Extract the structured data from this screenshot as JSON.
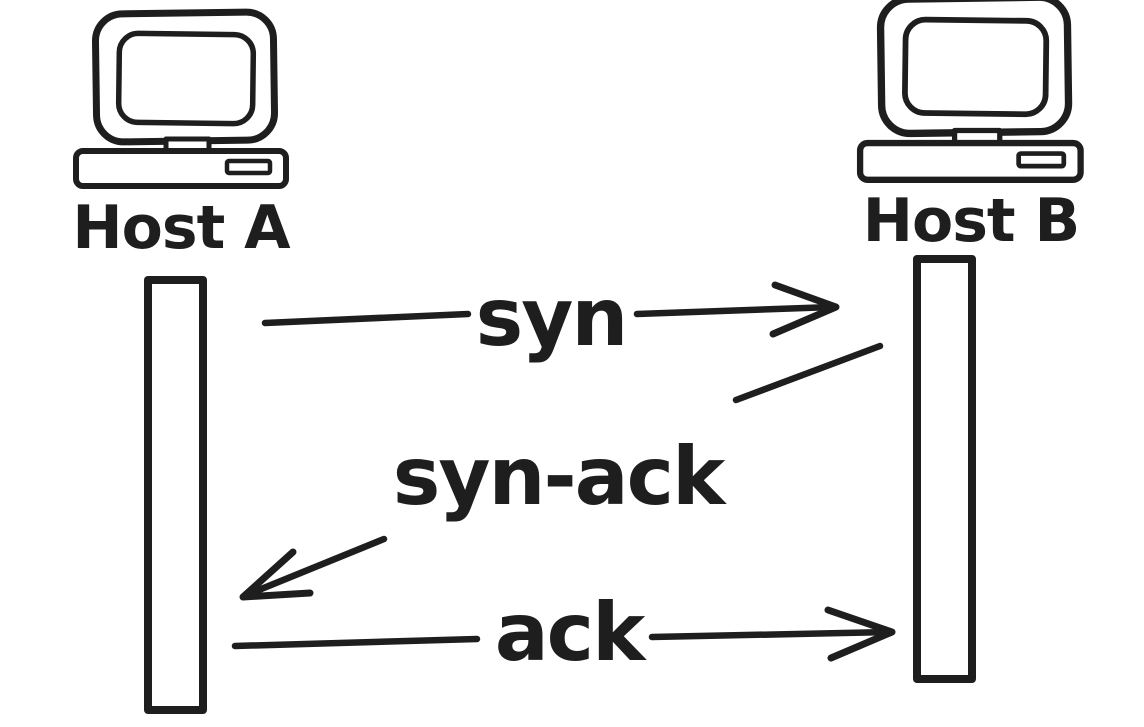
{
  "diagram": {
    "kind": "sequence-diagram",
    "style": "hand-drawn",
    "background_color": "#ffffff",
    "stroke_color": "#1e1e1e",
    "hosts": [
      {
        "id": "host-a",
        "label": "Host A",
        "icon": "computer-icon"
      },
      {
        "id": "host-b",
        "label": "Host B",
        "icon": "computer-icon"
      }
    ],
    "messages": [
      {
        "label": "syn",
        "from": "Host A",
        "to": "Host B",
        "direction": "right"
      },
      {
        "label": "syn-ack",
        "from": "Host B",
        "to": "Host A",
        "direction": "left"
      },
      {
        "label": "ack",
        "from": "Host A",
        "to": "Host B",
        "direction": "right"
      }
    ]
  }
}
